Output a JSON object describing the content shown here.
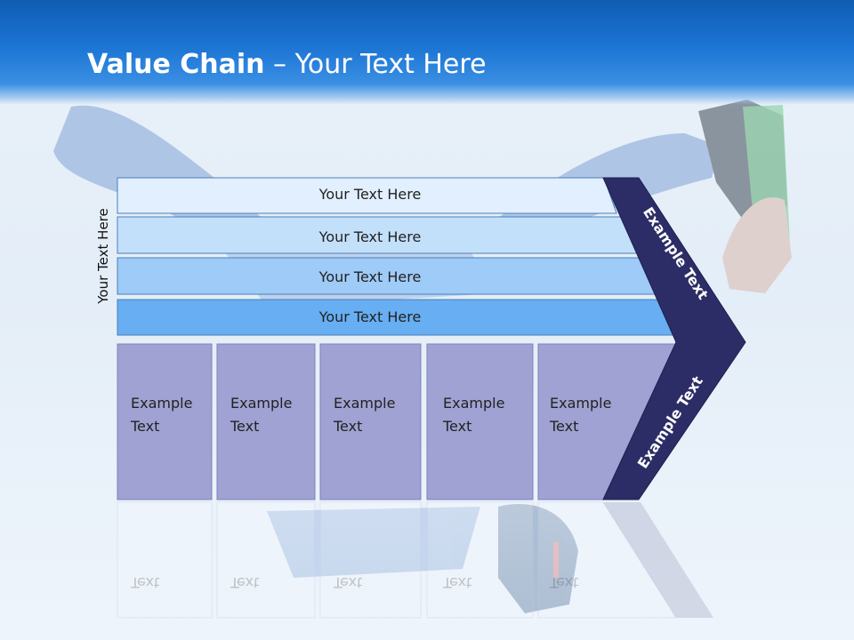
{
  "title": {
    "bold": "Value Chain",
    "rest": " – Your Text Here"
  },
  "side_label": "Your Text Here",
  "rows": [
    "Your Text Here",
    "Your Text Here",
    "Your Text Here",
    "Your Text Here"
  ],
  "columns": [
    "Example Text",
    "Example Text",
    "Example Text",
    "Example Text",
    "Example Text"
  ],
  "chevron": {
    "top_label": "Example Text",
    "bottom_label": "Example Text"
  },
  "colors": {
    "header": "#1c75d4",
    "row_1": "#e1efff",
    "row_2": "#c3e0fb",
    "row_3": "#9ecbf7",
    "row_4": "#67aef2",
    "columns": "#9fa2d2",
    "chevron": "#2c2d66"
  }
}
